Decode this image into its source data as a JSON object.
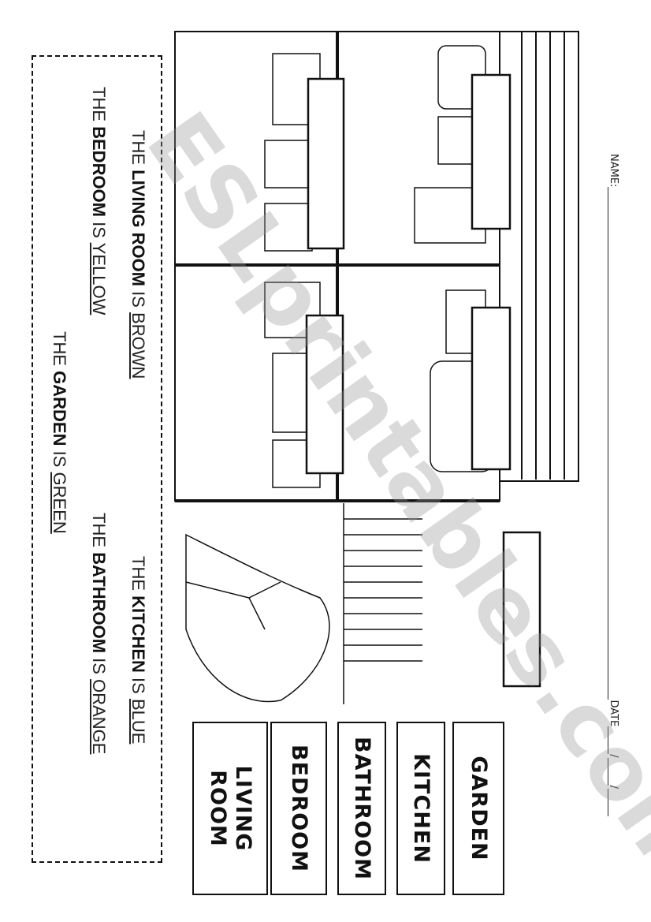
{
  "header": {
    "name_label": "NAME:",
    "date_label": "DATE",
    "date_sep1": "/",
    "date_sep2": "/"
  },
  "word_cards": [
    {
      "label": "GARDEN"
    },
    {
      "label": "KITCHEN"
    },
    {
      "label": "BATHROOM"
    },
    {
      "label": "BEDROOM"
    },
    {
      "label": "LIVING ROOM"
    }
  ],
  "sentences": [
    {
      "the": "THE",
      "room": "LIVING ROOM",
      "is": "IS",
      "color": "BROWN"
    },
    {
      "the": "THE",
      "room": "KITCHEN",
      "is": "IS",
      "color": "BLUE"
    },
    {
      "the": "THE",
      "room": "BEDROOM",
      "is": "IS",
      "color": "YELLOW"
    },
    {
      "the": "THE",
      "room": "BATHROOM",
      "is": "IS",
      "color": "ORANGE"
    },
    {
      "the": "THE",
      "room": "GARDEN",
      "is": "IS",
      "color": "GREEN"
    }
  ],
  "watermark": "ESLprintables.com"
}
